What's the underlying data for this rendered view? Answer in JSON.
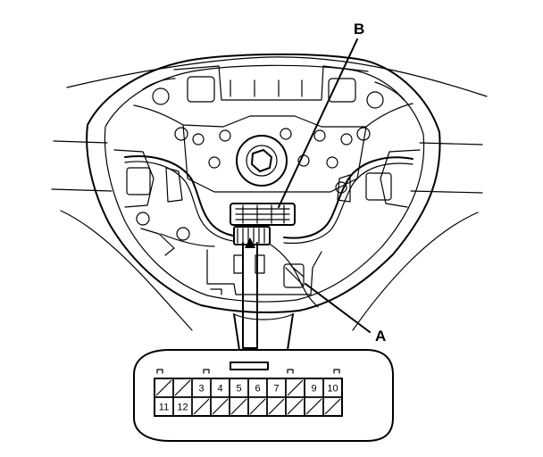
{
  "callouts": {
    "a": "A",
    "b": "B"
  },
  "connector": {
    "top_row": [
      "",
      "",
      "3",
      "4",
      "5",
      "6",
      "7",
      "",
      "9",
      "10"
    ],
    "bottom_row": [
      "11",
      "12",
      "",
      "",
      "",
      "",
      "",
      "",
      "",
      ""
    ]
  },
  "colors": {
    "line": "#000000",
    "background": "#ffffff"
  }
}
